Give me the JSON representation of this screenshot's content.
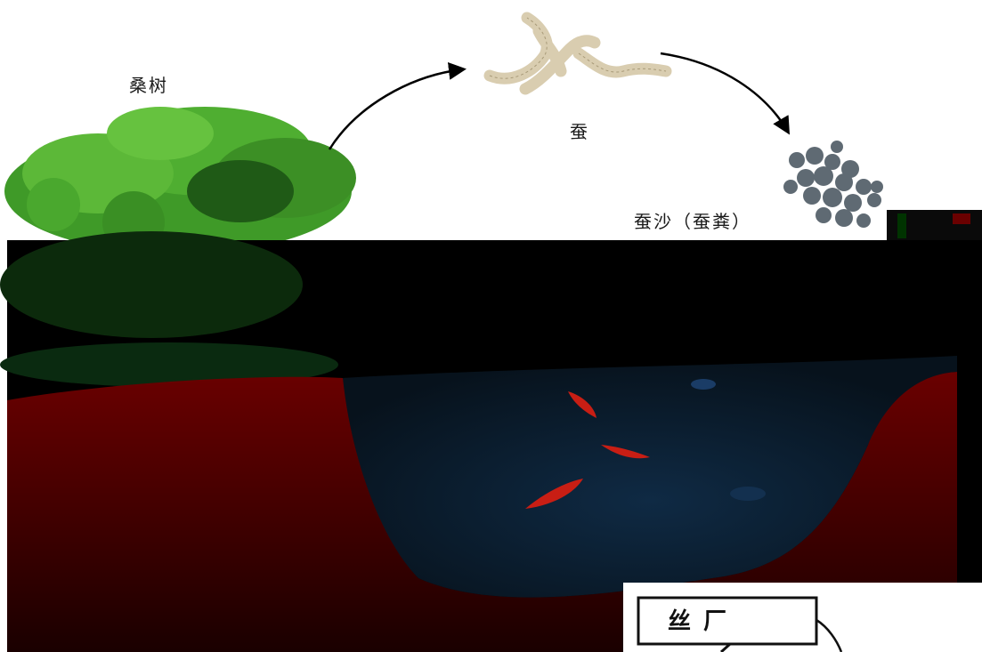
{
  "labels": {
    "mulberry": "桑树",
    "silkworm": "蚕",
    "silkworm_waste": "蚕沙（蚕粪）",
    "silk_factory": "丝厂"
  },
  "colors": {
    "pond_dark": "#000000",
    "embankment_red": "#560000",
    "water_blue": "#0a1c2e",
    "fish_red": "#c81e14",
    "tree_green": "#2e8a1e",
    "waste_gray": "#5f6a73"
  },
  "icons": [
    "mulberry-tree-icon",
    "silkworm-icon",
    "silkworm-droppings-icon",
    "fish-icon",
    "cycle-arrow-icon"
  ]
}
